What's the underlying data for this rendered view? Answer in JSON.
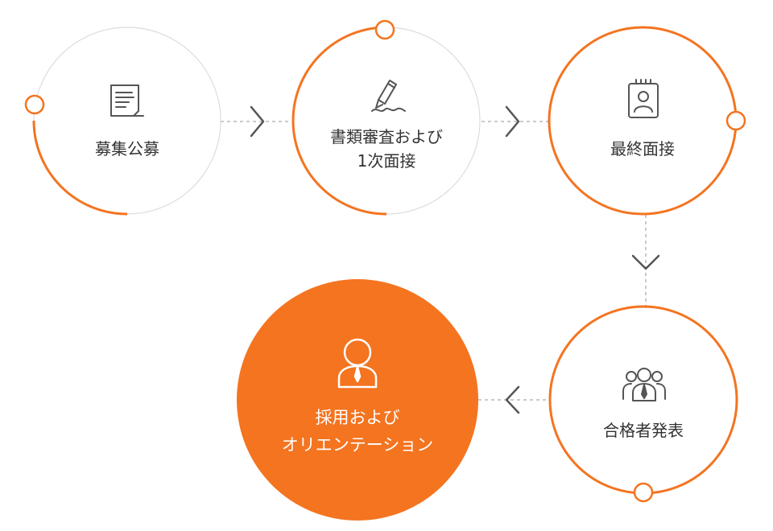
{
  "colors": {
    "accent": "#f47420",
    "ring_gray": "#dcdcdc",
    "connector_gray": "#b9b9b9",
    "arrow_dark": "#555555",
    "text_dark": "#333333",
    "icon_gray": "#555555",
    "final_fill": "#f47420",
    "final_text": "#ffffff"
  },
  "steps": [
    {
      "icon": "document-icon",
      "lines": [
        "募集公募"
      ]
    },
    {
      "icon": "pen-signature-icon",
      "lines": [
        "書類審査および",
        "1次面接"
      ]
    },
    {
      "icon": "id-badge-icon",
      "lines": [
        "最終面接"
      ]
    },
    {
      "icon": "group-people-icon",
      "lines": [
        "合格者発表"
      ]
    },
    {
      "icon": "person-tie-icon",
      "lines": [
        "採用および",
        "オリエンテーション"
      ]
    }
  ]
}
